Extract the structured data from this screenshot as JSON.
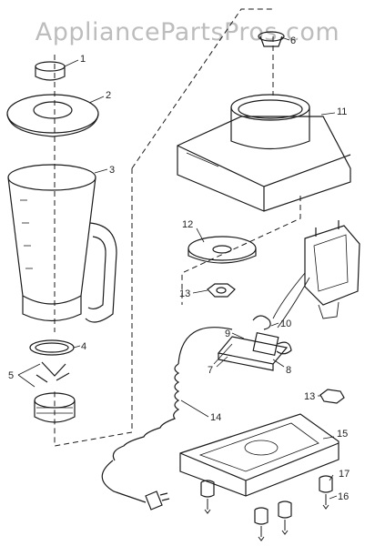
{
  "watermark": "AppliancePartsPros.com",
  "diagram": {
    "callouts": [
      {
        "id": "lid-cap",
        "label": "1"
      },
      {
        "id": "lid",
        "label": "2"
      },
      {
        "id": "jar",
        "label": "3"
      },
      {
        "id": "gasket",
        "label": "4"
      },
      {
        "id": "blade-assembly",
        "label": "5"
      },
      {
        "id": "drive-coupling-top",
        "label": "6"
      },
      {
        "id": "bracket",
        "label": "7"
      },
      {
        "id": "switch",
        "label": "8"
      },
      {
        "id": "wire",
        "label": "9"
      },
      {
        "id": "connector",
        "label": "10"
      },
      {
        "id": "housing",
        "label": "11"
      },
      {
        "id": "mounting-plate",
        "label": "12"
      },
      {
        "id": "coupling-left",
        "label": "13"
      },
      {
        "id": "coupling-right",
        "label": "13"
      },
      {
        "id": "power-cord",
        "label": "14"
      },
      {
        "id": "base",
        "label": "15"
      },
      {
        "id": "screw",
        "label": "16"
      },
      {
        "id": "foot",
        "label": "17"
      }
    ]
  }
}
